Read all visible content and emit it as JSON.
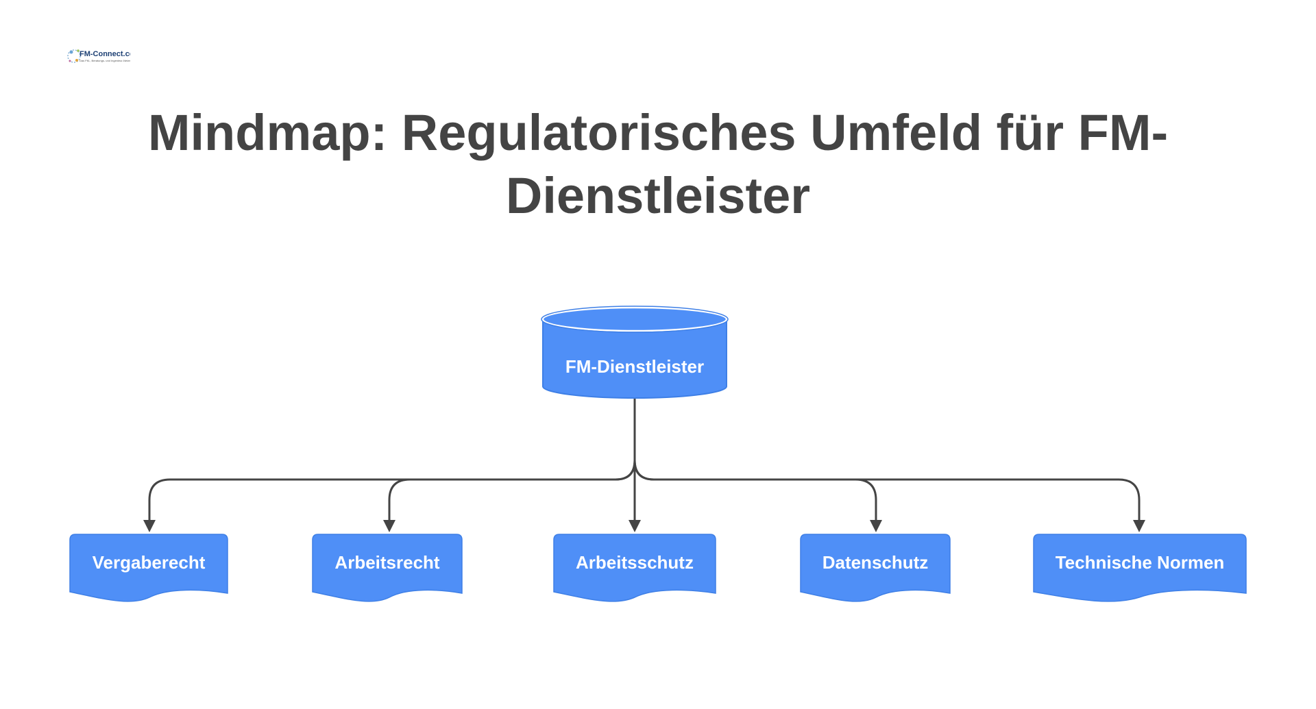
{
  "logo": {
    "brand_text": "FM-Connect.com",
    "tagline": "Das FM-, Beratungs- und Ingenieur-Netzwerk!"
  },
  "title_lines": [
    "Mindmap: Regulatorisches Umfeld für FM-",
    "Dienstleister"
  ],
  "root": {
    "label": "FM-Dienstleister",
    "shape": "cylinder"
  },
  "children": [
    {
      "label": "Vergaberecht",
      "shape": "document"
    },
    {
      "label": "Arbeitsrecht",
      "shape": "document"
    },
    {
      "label": "Arbeitsschutz",
      "shape": "document"
    },
    {
      "label": "Datenschutz",
      "shape": "document"
    },
    {
      "label": "Technische Normen",
      "shape": "document"
    }
  ],
  "colors": {
    "node_fill": "#4f8ff7",
    "node_stroke": "#3e7fe6",
    "connector": "#444444",
    "title": "#444444",
    "background": "#ffffff"
  }
}
